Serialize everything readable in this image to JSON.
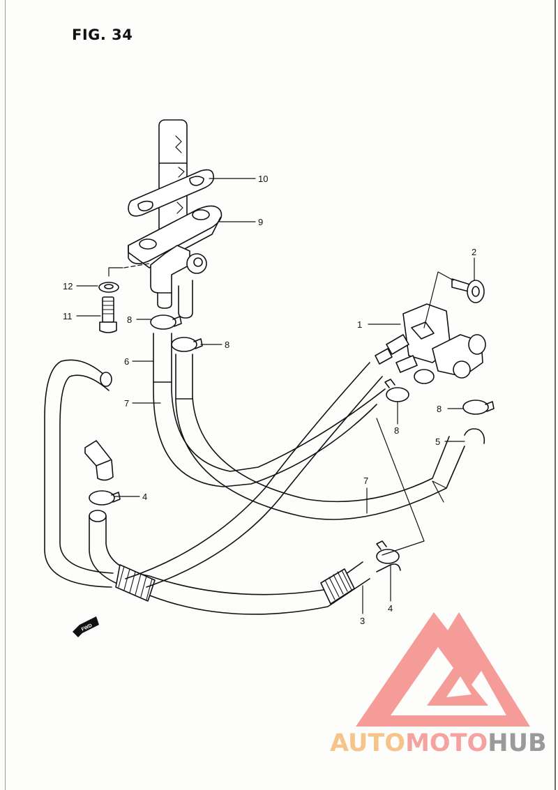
{
  "figure": {
    "title": "FIG. 34"
  },
  "callouts": [
    "10",
    "9",
    "2",
    "12",
    "1",
    "8",
    "11",
    "8",
    "6",
    "7",
    "8",
    "8",
    "5",
    "7",
    "4",
    "4",
    "3"
  ],
  "fwd_label": "FWD",
  "watermark": {
    "part1": "AUTO",
    "part2": "MOTO",
    "part3": "HUB",
    "colors": {
      "part1": "#f6c48a",
      "part2": "#f4a3a0",
      "part3": "#9a9a9a",
      "logo": "#f48c88"
    }
  },
  "colors": {
    "line": "#111111",
    "paper": "#fdfdfb"
  }
}
